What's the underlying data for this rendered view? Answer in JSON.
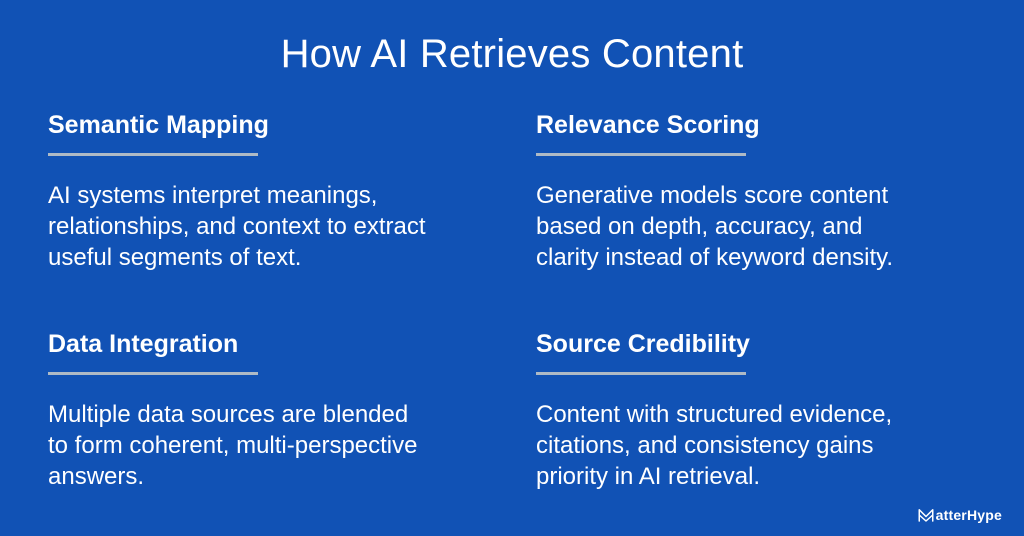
{
  "title": "How AI Retrieves Content",
  "cards": [
    {
      "heading": "Semantic Mapping",
      "body": "AI systems interpret meanings,\nrelationships, and context to extract\nuseful segments of text."
    },
    {
      "heading": "Relevance Scoring",
      "body": "Generative models score content\nbased on depth, accuracy, and\nclarity instead of keyword density."
    },
    {
      "heading": "Data Integration",
      "body": "Multiple data sources are blended\nto form coherent, multi-perspective\nanswers."
    },
    {
      "heading": "Source Credibility",
      "body": "Content with structured evidence,\ncitations, and consistency gains\npriority in AI retrieval."
    }
  ],
  "logo": {
    "icon": "matterhype-m-icon",
    "text": "atterHype"
  },
  "colors": {
    "background": "#1152b5",
    "text": "#ffffff",
    "underline": "#aebac6"
  }
}
